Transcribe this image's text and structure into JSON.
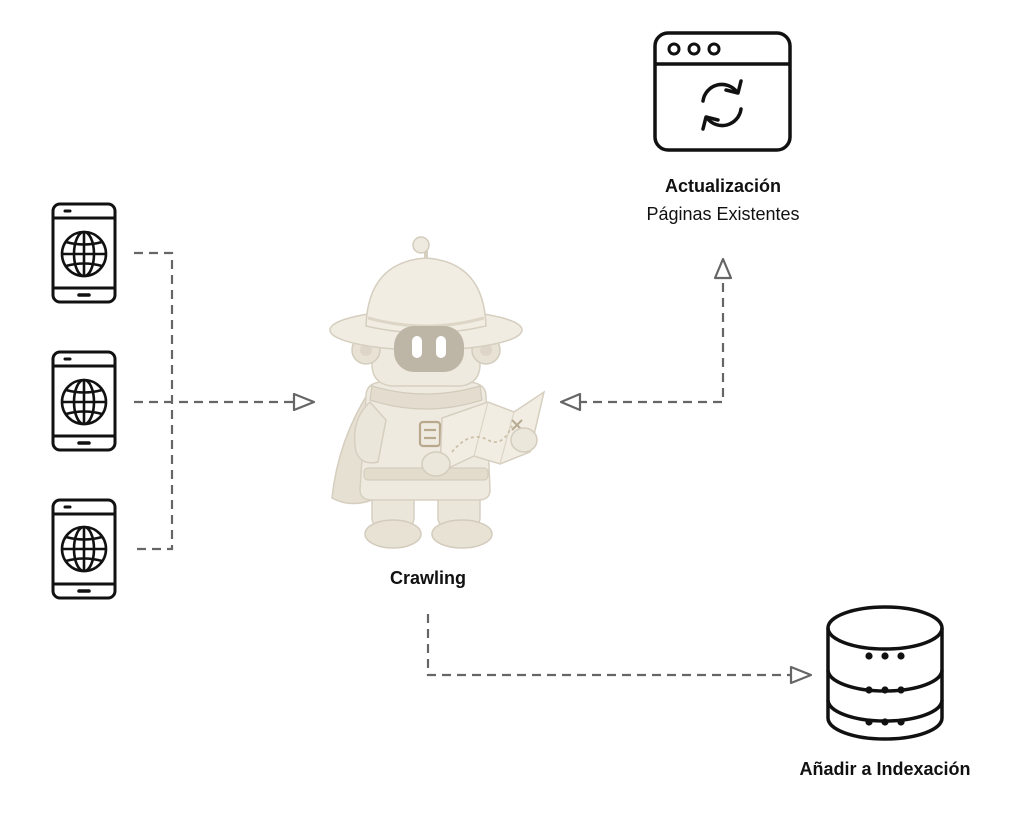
{
  "nodes": {
    "sources": [
      {
        "icon": "phone-globe-icon"
      },
      {
        "icon": "phone-globe-icon"
      },
      {
        "icon": "phone-globe-icon"
      }
    ],
    "crawler": {
      "icon": "explorer-robot-illustration",
      "label": "Crawling"
    },
    "update": {
      "icon": "browser-refresh-icon",
      "title": "Actualización",
      "subtitle": "Páginas Existentes"
    },
    "index": {
      "icon": "database-icon",
      "label": "Añadir a Indexación"
    }
  },
  "edges": [
    {
      "from": "sources",
      "to": "crawler"
    },
    {
      "from": "update",
      "to": "crawler"
    },
    {
      "from": "crawler",
      "to": "update"
    },
    {
      "from": "crawler",
      "to": "index"
    }
  ],
  "colors": {
    "icon_stroke": "#111111",
    "connector": "#666666",
    "robot_body": "#eeeadf",
    "robot_shade": "#d9d3c4",
    "robot_visor": "#bdb5a5"
  }
}
